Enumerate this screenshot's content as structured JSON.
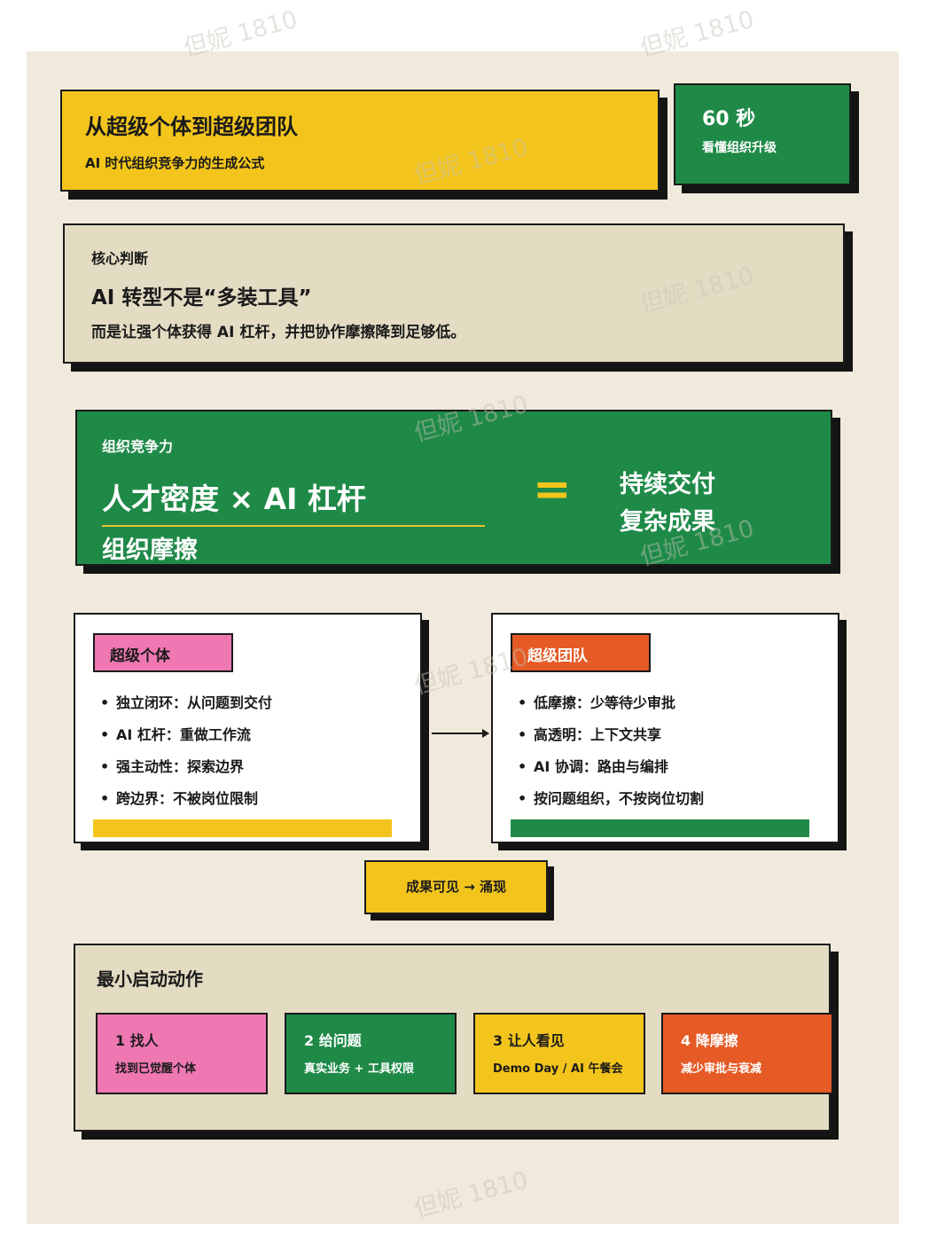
{
  "header": {
    "title": "从超级个体到超级团队",
    "subtitle": "AI 时代组织竞争力的生成公式"
  },
  "badge": {
    "time": "60 秒",
    "caption": "看懂组织升级"
  },
  "judgement": {
    "label": "核心判断",
    "headline": "AI 转型不是“多装工具”",
    "body": "而是让强个体获得 AI 杠杆，并把协作摩擦降到足够低。"
  },
  "formula": {
    "label": "组织竞争力",
    "numerator": "人才密度 × AI 杠杆",
    "denominator": "组织摩擦",
    "equals": "=",
    "result_line1": "持续交付",
    "result_line2": "复杂成果"
  },
  "super_individual": {
    "tag": "超级个体",
    "items": [
      "独立闭环：从问题到交付",
      "AI 杠杆：重做工作流",
      "强主动性：探索边界",
      "跨边界：不被岗位限制"
    ]
  },
  "super_team": {
    "tag": "超级团队",
    "items": [
      "低摩擦：少等待少审批",
      "高透明：上下文共享",
      "AI 协调：路由与编排",
      "按问题组织，不按岗位切割"
    ]
  },
  "emergence": "成果可见 → 涌现",
  "actions": {
    "title": "最小启动动作",
    "cards": [
      {
        "title": "1 找人",
        "sub": "找到已觉醒个体"
      },
      {
        "title": "2 给问题",
        "sub": "真实业务 + 工具权限"
      },
      {
        "title": "3 让人看见",
        "sub": "Demo Day / AI 午餐会"
      },
      {
        "title": "4 降摩擦",
        "sub": "减少审批与衰减"
      }
    ]
  },
  "watermark": "但妮 1810",
  "colors": {
    "yellow": "#f3c51c",
    "green": "#1f8a48",
    "pink": "#ef78b3",
    "orange": "#e55a25",
    "beige": "#efeadb"
  }
}
